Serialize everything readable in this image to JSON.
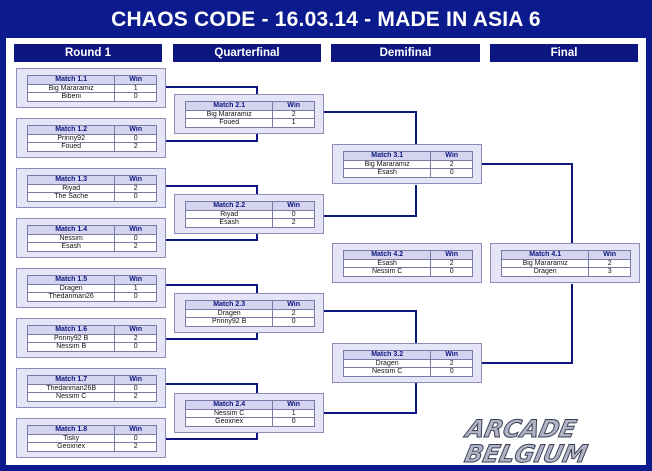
{
  "title": "CHAOS CODE - 16.03.14 - MADE IN ASIA 6",
  "headers": {
    "round1": "Round 1",
    "quarterfinal": "Quarterfinal",
    "demifinal": "Demifinal",
    "final": "Final"
  },
  "win_label": "Win",
  "colors": {
    "background": "#0b1a8c",
    "header": "#0d1580",
    "box": "#e5e5f7",
    "line": "#0d1580"
  },
  "matches": {
    "m11": {
      "name": "Match 1.1",
      "p1": "Big Mararamiz",
      "s1": "1",
      "p2": "Bibeni",
      "s2": "0"
    },
    "m12": {
      "name": "Match 1.2",
      "p1": "Prinny92",
      "s1": "0",
      "p2": "Foued",
      "s2": "2"
    },
    "m13": {
      "name": "Match 1.3",
      "p1": "Riyad",
      "s1": "2",
      "p2": "The Sache",
      "s2": "0"
    },
    "m14": {
      "name": "Match 1.4",
      "p1": "Nessim",
      "s1": "0",
      "p2": "Esash",
      "s2": "2"
    },
    "m15": {
      "name": "Match 1.5",
      "p1": "Dragen",
      "s1": "1",
      "p2": "Thedanman26",
      "s2": "0"
    },
    "m16": {
      "name": "Match 1.6",
      "p1": "Prinny92 B",
      "s1": "2",
      "p2": "Nessim B",
      "s2": "0"
    },
    "m17": {
      "name": "Match 1.7",
      "p1": "Thedanman26B",
      "s1": "0",
      "p2": "Nessim C",
      "s2": "2"
    },
    "m18": {
      "name": "Match 1.8",
      "p1": "Tisky",
      "s1": "0",
      "p2": "Geoxnex",
      "s2": "2"
    },
    "m21": {
      "name": "Match 2.1",
      "p1": "Big Mararamiz",
      "s1": "2",
      "p2": "Foued",
      "s2": "1"
    },
    "m22": {
      "name": "Match 2.2",
      "p1": "Riyad",
      "s1": "0",
      "p2": "Esash",
      "s2": "2"
    },
    "m23": {
      "name": "Match 2.3",
      "p1": "Dragen",
      "s1": "2",
      "p2": "Prinny92 B",
      "s2": "0"
    },
    "m24": {
      "name": "Match 2.4",
      "p1": "Nessim C",
      "s1": "1",
      "p2": "Geoxnex",
      "s2": "0"
    },
    "m31": {
      "name": "Match 3.1",
      "p1": "Big Mararamiz",
      "s1": "2",
      "p2": "Esash",
      "s2": "0"
    },
    "m32": {
      "name": "Match 3.2",
      "p1": "Dragen",
      "s1": "2",
      "p2": "Nessim C",
      "s2": "0"
    },
    "m42": {
      "name": "Match 4.2",
      "p1": "Esash",
      "s1": "2",
      "p2": "Nessim C",
      "s2": "0"
    },
    "m41": {
      "name": "Match 4.1",
      "p1": "Big Mararamiz",
      "s1": "2",
      "p2": "Dragen",
      "s2": "3"
    }
  },
  "logo": {
    "line1": "ARCADE",
    "line2": "BELGIUM"
  }
}
